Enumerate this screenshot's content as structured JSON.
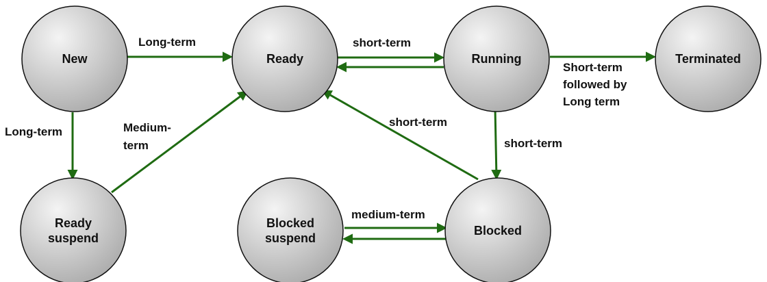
{
  "colors": {
    "arrow": "#1f6b12",
    "node_fill_light": "#f4f4f4",
    "node_fill_dark": "#a8a8a8",
    "node_stroke": "#111111",
    "text": "#111111"
  },
  "nodes": {
    "new": [
      "New"
    ],
    "ready": [
      "Ready"
    ],
    "running": [
      "Running"
    ],
    "terminated": [
      "Terminated"
    ],
    "ready_suspend": [
      "Ready",
      "suspend"
    ],
    "blocked_suspend": [
      "Blocked",
      "suspend"
    ],
    "blocked": [
      "Blocked"
    ]
  },
  "edges": {
    "new_to_ready": [
      "Long-term"
    ],
    "ready_to_running": [
      "short-term"
    ],
    "running_to_terminated": [
      "Short-term",
      "followed by",
      "Long term"
    ],
    "new_to_ready_suspend": [
      "Long-term"
    ],
    "ready_suspend_to_ready": [
      "Medium-",
      "term"
    ],
    "blocked_to_ready": [
      "short-term"
    ],
    "running_to_blocked": [
      "short-term"
    ],
    "blocked_suspend_to_blocked": [
      "medium-term"
    ]
  }
}
